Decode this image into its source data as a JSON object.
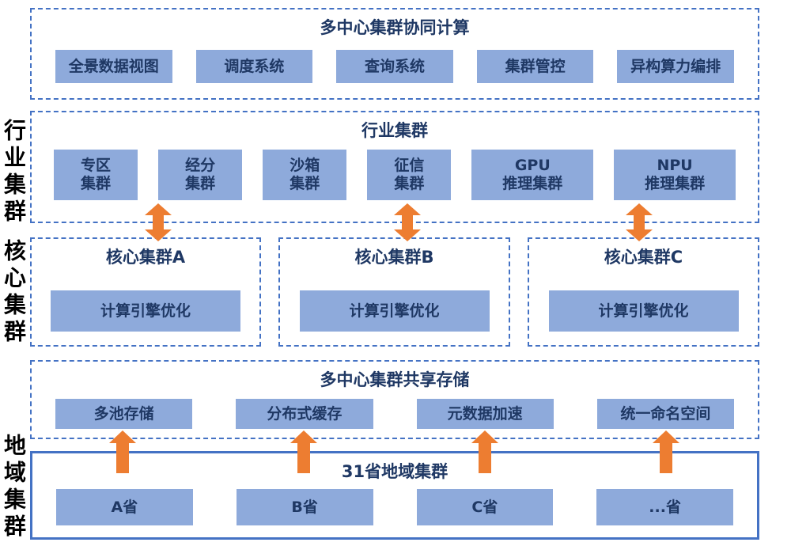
{
  "colors": {
    "box_fill": "#8EAADB",
    "box_text": "#1F3864",
    "border_blue": "#4472C4",
    "arrow_orange": "#ED7D31",
    "side_label_text": "#000000"
  },
  "side_labels": {
    "industry": "行业集群",
    "core": "核心集群",
    "region": "地域集群"
  },
  "top": {
    "title": "多中心集群协同计算",
    "items": [
      "全景数据视图",
      "调度系统",
      "查询系统",
      "集群管控",
      "异构算力编排"
    ]
  },
  "industry": {
    "title": "行业集群",
    "items": [
      "专区\n集群",
      "经分\n集群",
      "沙箱\n集群",
      "征信\n集群",
      "GPU\n推理集群",
      "NPU\n推理集群"
    ]
  },
  "core": {
    "clusters": [
      {
        "title": "核心集群A",
        "box": "计算引擎优化"
      },
      {
        "title": "核心集群B",
        "box": "计算引擎优化"
      },
      {
        "title": "核心集群C",
        "box": "计算引擎优化"
      }
    ]
  },
  "storage": {
    "title": "多中心集群共享存储",
    "items": [
      "多池存储",
      "分布式缓存",
      "元数据加速",
      "统一命名空间"
    ]
  },
  "region": {
    "title": "31省地域集群",
    "items": [
      "A省",
      "B省",
      "C省",
      "...省"
    ]
  },
  "icons": {
    "double_arrow": "double-headed-vertical-arrow",
    "up_arrow": "up-arrow"
  }
}
